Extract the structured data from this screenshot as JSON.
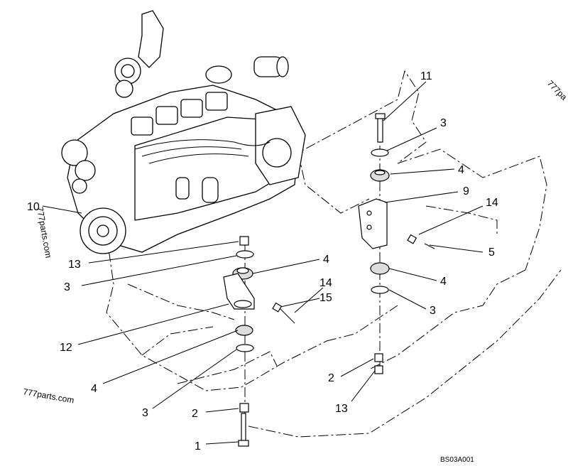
{
  "diagram": {
    "callouts": [
      "11",
      "3",
      "4",
      "9",
      "14",
      "5",
      "10",
      "13",
      "3",
      "4",
      "14",
      "15",
      "4",
      "3",
      "12",
      "4",
      "3",
      "2",
      "13",
      "2",
      "1"
    ],
    "watermarks": [
      "777parts.com",
      "777parts.com",
      "777pa"
    ],
    "drawing_code": "BS03A001"
  }
}
